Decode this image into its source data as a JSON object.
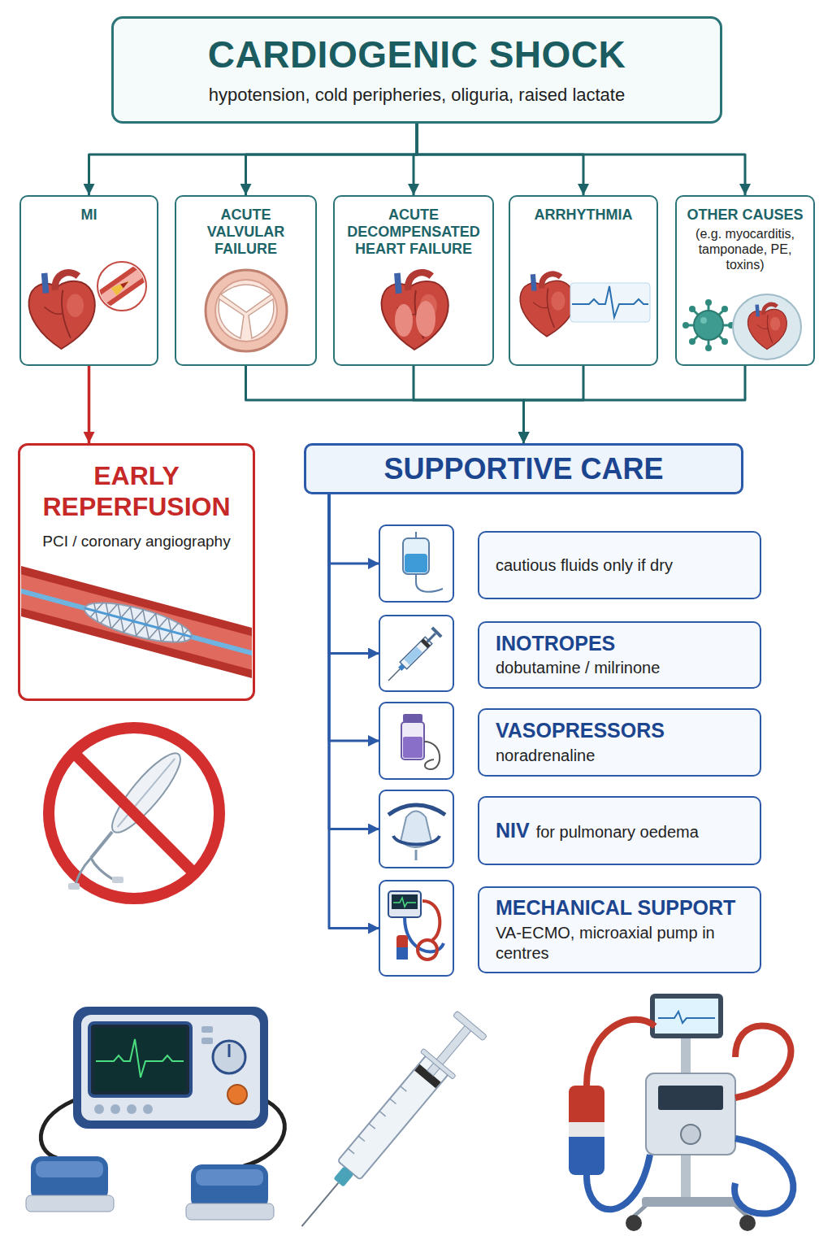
{
  "diagram": {
    "nodes": [
      {
        "text": [
          "CARDIOGENIC SHOCK",
          "hypotension, cold peripheries, oliguria, raised lactate"
        ]
      },
      {
        "text": [
          "MI"
        ]
      },
      {
        "text": [
          "ACUTE VALVULAR FAILURE"
        ]
      },
      {
        "text": [
          "ACUTE DECOMPENSATED HEART FAILURE"
        ]
      },
      {
        "text": [
          "ARRHYTHMIA"
        ]
      },
      {
        "text": [
          "OTHER CAUSES",
          "(e.g. myocarditis, tamponade, PE, toxins)"
        ]
      },
      {
        "text": [
          "EARLY REPERFUSION",
          "PCI / coronary angiography"
        ]
      },
      {
        "text": [
          "SUPPORTIVE CARE"
        ]
      },
      {
        "text": [
          "cautious fluids only if dry"
        ]
      },
      {
        "text": [
          "INOTROPES",
          "dobutamine / milrinone"
        ]
      },
      {
        "text": [
          "VASOPRESSORS",
          "noradrenaline"
        ]
      },
      {
        "text": [
          "NIV",
          "for pulmonary oedema"
        ]
      },
      {
        "text": [
          "MECHANICAL SUPPORT",
          "VA-ECMO, microaxial pump in centres"
        ]
      }
    ],
    "edges": [
      {
        "from": 0,
        "to": 1,
        "arrow": "to"
      },
      {
        "from": 0,
        "to": 2,
        "arrow": "to"
      },
      {
        "from": 0,
        "to": 3,
        "arrow": "to"
      },
      {
        "from": 0,
        "to": 4,
        "arrow": "to"
      },
      {
        "from": 0,
        "to": 5,
        "arrow": "to"
      },
      {
        "from": 1,
        "to": 6,
        "arrow": "to"
      },
      {
        "from": 2,
        "to": 7,
        "arrow": "to"
      },
      {
        "from": 3,
        "to": 7,
        "arrow": "to"
      },
      {
        "from": 4,
        "to": 7,
        "arrow": "to"
      },
      {
        "from": 5,
        "to": 7,
        "arrow": "to"
      },
      {
        "from": 7,
        "to": 8,
        "arrow": "to"
      },
      {
        "from": 7,
        "to": 9,
        "arrow": "to"
      },
      {
        "from": 7,
        "to": 10,
        "arrow": "to"
      },
      {
        "from": 7,
        "to": 11,
        "arrow": "to"
      },
      {
        "from": 7,
        "to": 12,
        "arrow": "to"
      }
    ]
  }
}
